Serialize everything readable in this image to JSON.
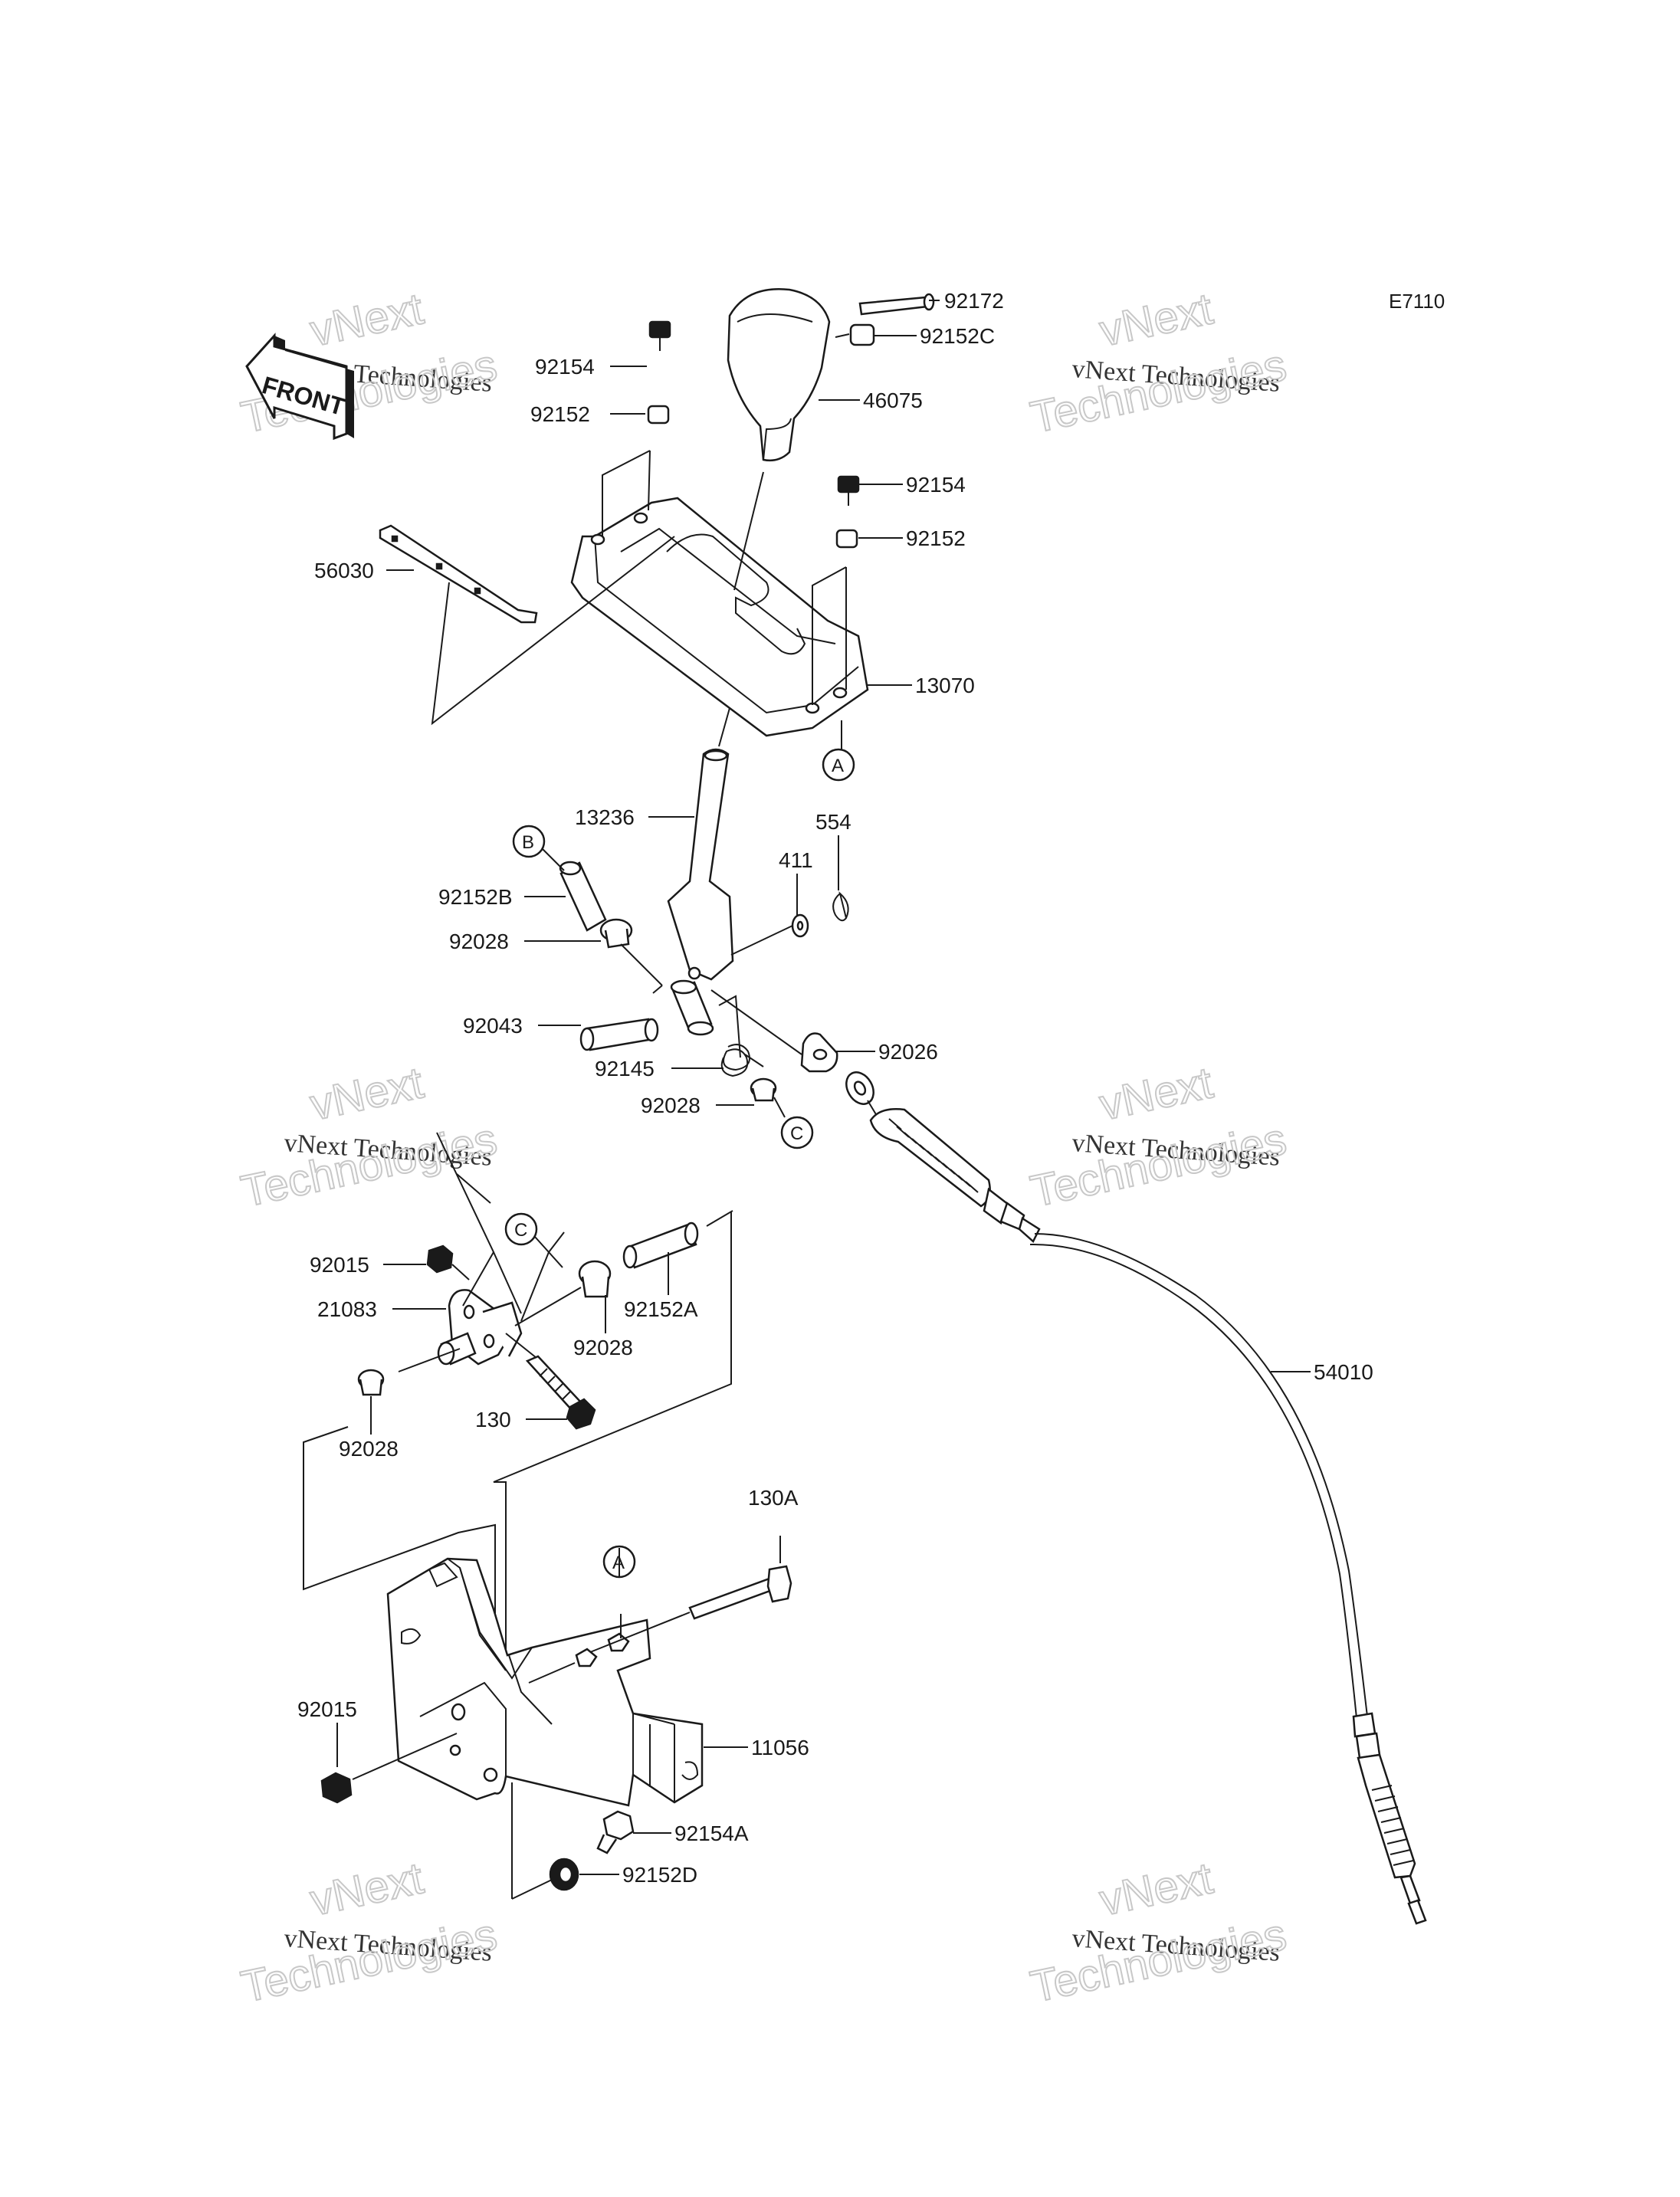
{
  "diagram_code": "E7110",
  "front_arrow": "FRONT",
  "watermark": {
    "line1": "vNext",
    "line2": "vNext Technologies",
    "line3": "Technologies"
  },
  "part_numbers": {
    "p92172": "92172",
    "p92152C": "92152C",
    "p46075": "46075",
    "p92154_top": "92154",
    "p92152_top": "92152",
    "p92154_right": "92154",
    "p92152_right": "92152",
    "p56030": "56030",
    "p13070": "13070",
    "p13236": "13236",
    "p554": "554",
    "p411": "411",
    "p92152B": "92152B",
    "p92028_a": "92028",
    "p92043": "92043",
    "p92145": "92145",
    "p92026": "92026",
    "p92028_b": "92028",
    "p92015_top": "92015",
    "p21083": "21083",
    "p92028_c": "92028",
    "p92152A": "92152A",
    "p130": "130",
    "p92028_d": "92028",
    "p54010": "54010",
    "p130A": "130A",
    "p92015_bottom": "92015",
    "p11056": "11056",
    "p92154A": "92154A",
    "p92152D": "92152D"
  },
  "callouts": {
    "A_top": "A",
    "B": "B",
    "C_right": "C",
    "C_left": "C",
    "A_bottom": "A"
  }
}
